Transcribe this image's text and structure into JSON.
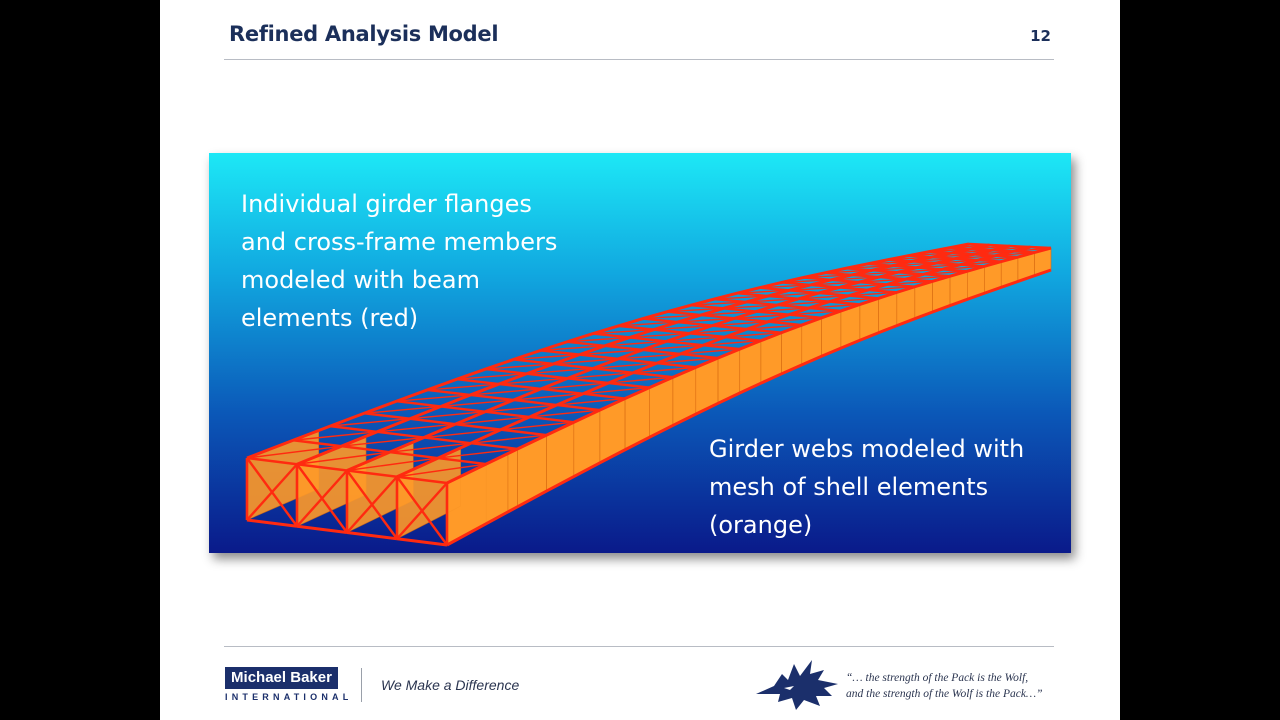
{
  "slide": {
    "title": "Refined Analysis Model",
    "number": "12"
  },
  "figure": {
    "caption_beam": "Individual girder flanges\nand cross-frame members\nmodeled with beam\nelements (red)",
    "caption_shell": "Girder webs modeled with\nmesh of shell elements\n(orange)",
    "colors": {
      "beam": "#ff2a10",
      "shell": "#ff9a28",
      "background_top": "#1de8f6",
      "background_bottom": "#0a1a8a"
    }
  },
  "footer": {
    "logo_name": "Michael Baker",
    "logo_sub": "INTERNATIONAL",
    "tagline": "We Make a Difference",
    "quote": "“… the strength of the Pack is the Wolf,\nand the strength of the Wolf is the Pack…”",
    "icon": "wolf-head-icon"
  }
}
